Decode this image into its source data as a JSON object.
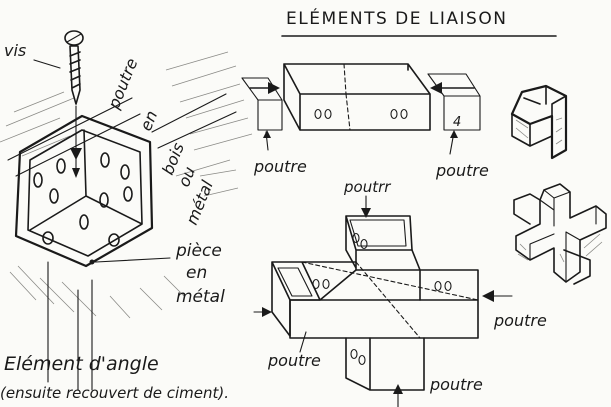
{
  "title": "ELÉMENTS DE LIAISON",
  "corner": {
    "screw": "vis",
    "beam_label": [
      "poutre",
      "en",
      "bois",
      "ou",
      "métal"
    ],
    "plate_label": [
      "pièce",
      "en",
      "métal"
    ],
    "caption_line1": "Elément d'angle",
    "caption_line2": "(ensuite recouvert de ciment)."
  },
  "straight": {
    "left_label": "poutre",
    "right_label": "poutre"
  },
  "cross": {
    "top_label": "poutrr",
    "left_label": "poutre",
    "right_label": "poutre",
    "bottom_label": "poutre"
  }
}
